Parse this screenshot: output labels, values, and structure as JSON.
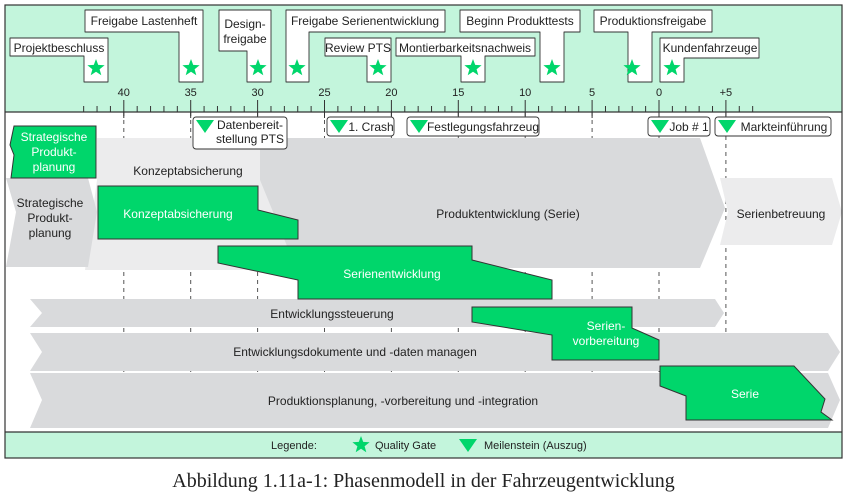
{
  "colors": {
    "header_bg": "#c3f5dc",
    "green": "#00d66b",
    "gray_dark": "#d9dadc",
    "gray_light": "#ececed",
    "border": "#333333",
    "white": "#ffffff"
  },
  "axis": {
    "ticks": [
      {
        "value": 40,
        "label": "40"
      },
      {
        "value": 35,
        "label": "35"
      },
      {
        "value": 30,
        "label": "30"
      },
      {
        "value": 25,
        "label": "25"
      },
      {
        "value": 20,
        "label": "20"
      },
      {
        "value": 15,
        "label": "15"
      },
      {
        "value": 10,
        "label": "10"
      },
      {
        "value": 5,
        "label": "5"
      },
      {
        "value": 0,
        "label": "0"
      },
      {
        "value": -5,
        "label": "+5"
      }
    ],
    "minor_from": 43,
    "minor_to": -7
  },
  "quality_gates": [
    {
      "id": "projektbeschluss",
      "lines": [
        "Projektbeschluss"
      ],
      "at": 42
    },
    {
      "id": "freigabe-lastenheft",
      "lines": [
        "Freigabe Lastenheft"
      ],
      "at": 35.5
    },
    {
      "id": "designfreigabe",
      "lines": [
        "Design-",
        "freigabe"
      ],
      "at": 30
    },
    {
      "id": "freigabe-serienentwicklung",
      "lines": [
        "Freigabe Serienentwicklung"
      ],
      "at": 27
    },
    {
      "id": "review-pts",
      "lines": [
        "Review PTS"
      ],
      "at": 21
    },
    {
      "id": "montierbarkeitsnachweis",
      "lines": [
        "Montierbarkeitsnachweis"
      ],
      "at": 14.5
    },
    {
      "id": "beginn-produkttests",
      "lines": [
        "Beginn Produkttests"
      ],
      "at": 8.5
    },
    {
      "id": "produktionsfreigabe",
      "lines": [
        "Produktionsfreigabe"
      ],
      "at": 2
    },
    {
      "id": "kundenfahrzeuge",
      "lines": [
        "Kundenfahrzeuge"
      ],
      "at": -1
    }
  ],
  "milestones": [
    {
      "id": "datenbereitstellung-pts",
      "lines": [
        "Datenbereit-",
        "stellung PTS"
      ]
    },
    {
      "id": "1-crash",
      "lines": [
        "1. Crash"
      ]
    },
    {
      "id": "festlegungsfahrzeug",
      "lines": [
        "Festlegungsfahrzeug"
      ]
    },
    {
      "id": "job-1",
      "lines": [
        "Job # 1"
      ]
    },
    {
      "id": "markteinfuehrung",
      "lines": [
        "Markteinführung"
      ]
    }
  ],
  "phases": {
    "strategische_top": [
      "Strategische",
      "Produkt-",
      "planung"
    ],
    "strategische_gray": [
      "Strategische",
      "Produkt-",
      "planung"
    ],
    "konzeptabsicherung_gray": "Konzeptabsicherung",
    "konzeptabsicherung_green": "Konzeptabsicherung",
    "produktentwicklung": "Produktentwicklung (Serie)",
    "serienbetreuung": "Serienbetreuung",
    "serienentwicklung": "Serienentwicklung",
    "entwicklungssteuerung": "Entwicklungssteuerung",
    "serienvorbereitung": [
      "Serien-",
      "vorbereitung"
    ],
    "entwicklungsdokumente": "Entwicklungsdokumente und -daten managen",
    "produktionsplanung": "Produktionsplanung, -vorbereitung und -integration",
    "serie": "Serie"
  },
  "legend": {
    "title": "Legende:",
    "quality_gate": "Quality Gate",
    "milestone": "Meilenstein (Auszug)"
  },
  "caption": "Abbildung 1.11a-1: Phasenmodell in der Fahrzeugentwicklung"
}
